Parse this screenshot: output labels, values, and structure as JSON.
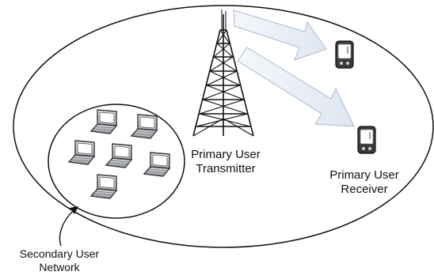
{
  "labels": {
    "transmitter_line1": "Primary User",
    "transmitter_line2": "Transmitter",
    "receiver_line1": "Primary User",
    "receiver_line2": "Receiver",
    "secondary_line1": "Secondary User",
    "secondary_line2": "Network"
  },
  "icons": {
    "tower": "transmission-tower-icon",
    "receiver_device": "pda-device-icon",
    "laptop": "laptop-icon",
    "signal_arrow": "signal-arrow-icon"
  },
  "colors": {
    "outline": "#111111",
    "arrow_fill": "#e6ecf6",
    "arrow_stroke": "#a9b7cc",
    "laptop_body": "#bfc3c8",
    "device_body": "#3a3a3a"
  }
}
